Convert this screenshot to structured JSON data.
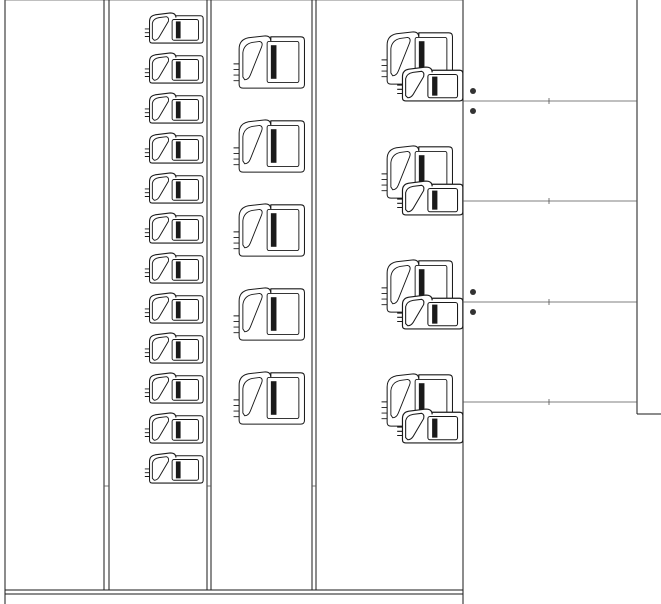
{
  "drawing": {
    "line_color": "#1a1a1a",
    "dot_color": "#333333",
    "background": "#ffffff"
  },
  "icons": {
    "product": "jerrycan-bottle-icon"
  },
  "columns": [
    {
      "name": "column-1",
      "bottle_rows": 0
    },
    {
      "name": "column-2",
      "bottle_rows": 12,
      "size": "small"
    },
    {
      "name": "column-3",
      "bottle_rows": 5,
      "size": "medium"
    },
    {
      "name": "column-4",
      "bottle_groups": 4,
      "size": "medium-stacked"
    }
  ],
  "connectors": {
    "count": 4,
    "dots_per_group": [
      2,
      0,
      2,
      0
    ]
  }
}
